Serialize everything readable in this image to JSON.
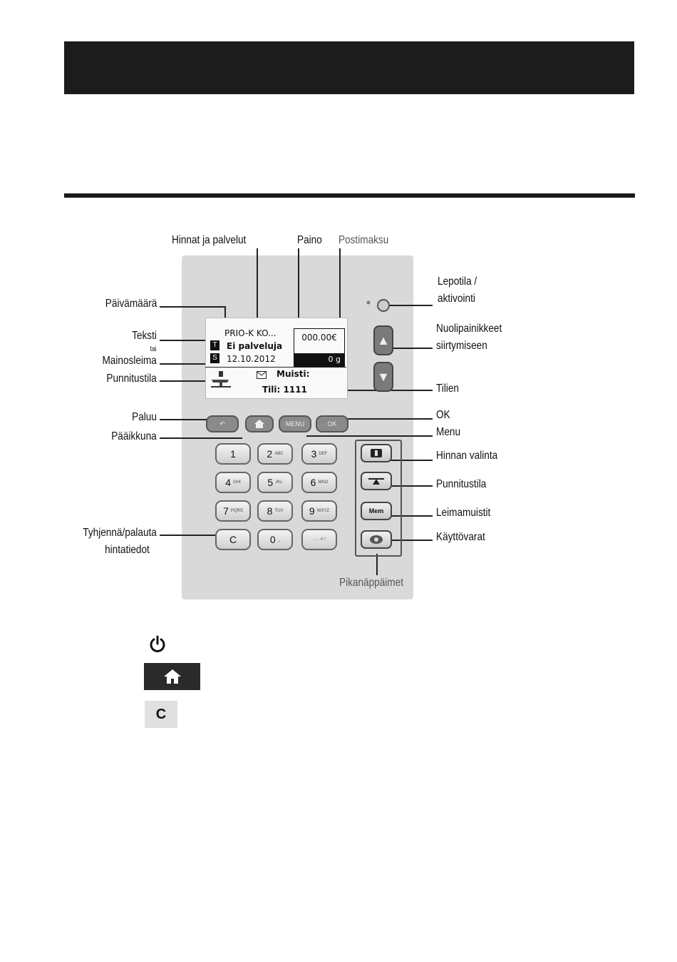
{
  "labels": {
    "prices": "Hinnat ja palvelut",
    "weight": "Paino",
    "postage": "Postimaksu",
    "date": "Päivämäärä",
    "text": "Teksti",
    "or": "tai",
    "ad": "Mainosleima",
    "weighmode_left": "Punnitustila",
    "back": "Paluu",
    "main": "Pääikkuna",
    "clear_1": "Tyhjennä/palauta",
    "clear_2": "hintatiedot",
    "sleep_1": "Lepotila /",
    "sleep_2": "aktivointi",
    "arrows_1": "Nuolipainikkeet",
    "arrows_2": "siirtymiseen",
    "accounts": "Tilien",
    "ok": "OK",
    "menu": "Menu",
    "price_sel": "Hinnan valinta",
    "weighmode_right": "Punnitustila",
    "stamp_mem": "Leimamuistit",
    "supplies": "Käyttövarat",
    "shortcuts": "Pikanäppäimet"
  },
  "lcd": {
    "line1": "PRIO-K KO...",
    "line2": "Ei palveluja",
    "line3": "12.10.2012",
    "tag_t": "T",
    "tag_s": "S",
    "postage": "000.00€",
    "weight": "0 g",
    "memory": "Muisti:",
    "account": "Tili:  1111"
  },
  "keys": {
    "back": "↶",
    "menu": "MENU",
    "ok": "OK",
    "k1": "1",
    "k2": "2",
    "k2s": "ABC",
    "k3": "3",
    "k3s": "DEF",
    "k4": "4",
    "k4s": "GHI",
    "k5": "5",
    "k5s": "JKL",
    "k6": "6",
    "k6s": "MNO",
    "k7": "7",
    "k7s": "PQRS",
    "k8": "8",
    "k8s": "TUV",
    "k9": "9",
    "k9s": "WXYZ",
    "kc": "C",
    "k0": "0",
    "k0s": "_",
    "kp": "· , - # / :",
    "mem": "Mem"
  },
  "legend": {
    "clear_key": "C"
  }
}
